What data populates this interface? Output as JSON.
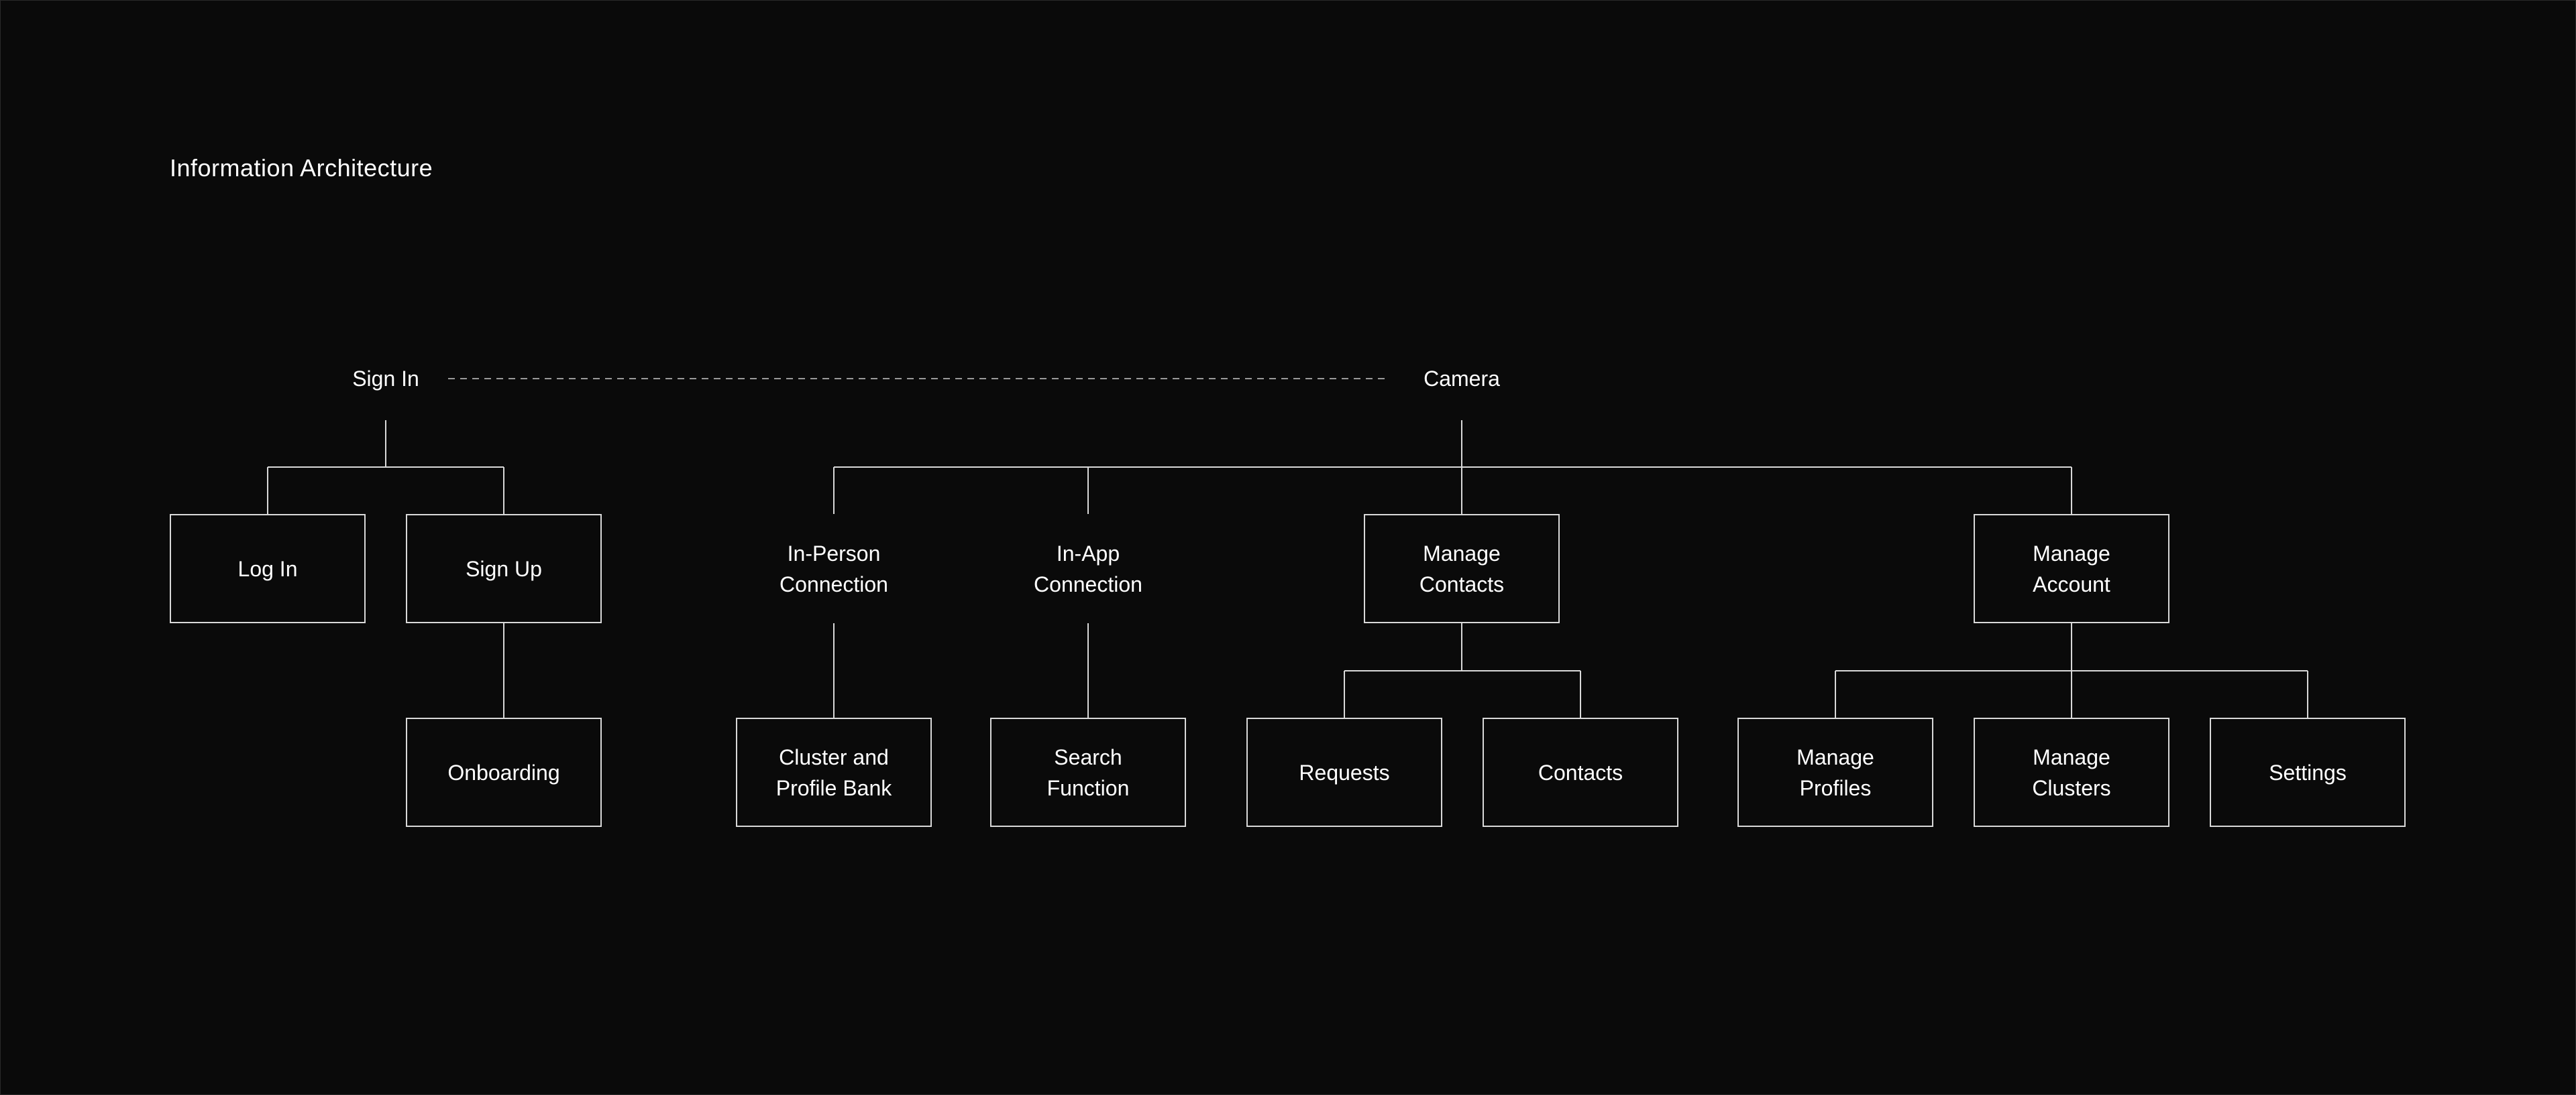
{
  "title": "Information Architecture",
  "colors": {
    "background": "#0a0a0a",
    "line": "#d9d9d9",
    "text": "#ffffff"
  },
  "nodes": {
    "sign_in": "Sign In",
    "camera": "Camera",
    "log_in": "Log In",
    "sign_up": "Sign Up",
    "onboarding": "Onboarding",
    "in_person_connection": "In-Person\nConnection",
    "in_app_connection": "In-App\nConnection",
    "manage_contacts": "Manage\nContacts",
    "manage_account": "Manage\nAccount",
    "cluster_profile_bank": "Cluster and\nProfile Bank",
    "search_function": "Search\nFunction",
    "requests": "Requests",
    "contacts": "Contacts",
    "manage_profiles": "Manage\nProfiles",
    "manage_clusters": "Manage\nClusters",
    "settings": "Settings"
  },
  "edges": [
    [
      "sign_in",
      "camera",
      "dashed"
    ],
    [
      "sign_in",
      "log_in",
      "solid"
    ],
    [
      "sign_in",
      "sign_up",
      "solid"
    ],
    [
      "sign_up",
      "onboarding",
      "solid"
    ],
    [
      "camera",
      "in_person_connection",
      "solid"
    ],
    [
      "camera",
      "in_app_connection",
      "solid"
    ],
    [
      "camera",
      "manage_contacts",
      "solid"
    ],
    [
      "camera",
      "manage_account",
      "solid"
    ],
    [
      "in_person_connection",
      "cluster_profile_bank",
      "solid"
    ],
    [
      "in_app_connection",
      "search_function",
      "solid"
    ],
    [
      "manage_contacts",
      "requests",
      "solid"
    ],
    [
      "manage_contacts",
      "contacts",
      "solid"
    ],
    [
      "manage_account",
      "manage_profiles",
      "solid"
    ],
    [
      "manage_account",
      "manage_clusters",
      "solid"
    ],
    [
      "manage_account",
      "settings",
      "solid"
    ]
  ]
}
